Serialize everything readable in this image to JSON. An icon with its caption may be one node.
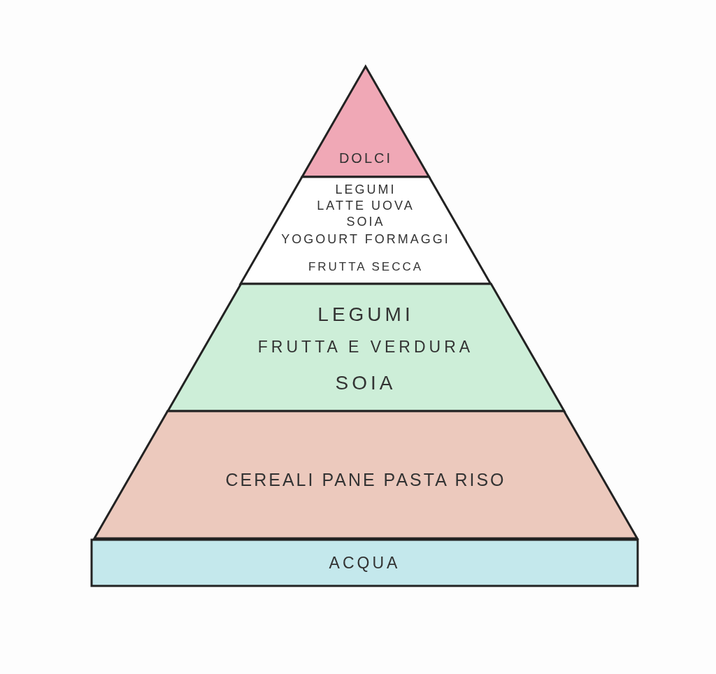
{
  "diagram": {
    "nodes": [
      {
        "text": [
          "DOLCI"
        ]
      },
      {
        "text": [
          "LEGUMI",
          "LATTE UOVA",
          "SOIA",
          "YOGOURT FORMAGGI",
          "FRUTTA SECCA"
        ]
      },
      {
        "text": [
          "LEGUMI",
          "FRUTTA E VERDURA",
          "SOIA"
        ]
      },
      {
        "text": [
          "CEREALI PANE PASTA RISO"
        ]
      },
      {
        "text": [
          "ACQUA"
        ]
      }
    ]
  }
}
